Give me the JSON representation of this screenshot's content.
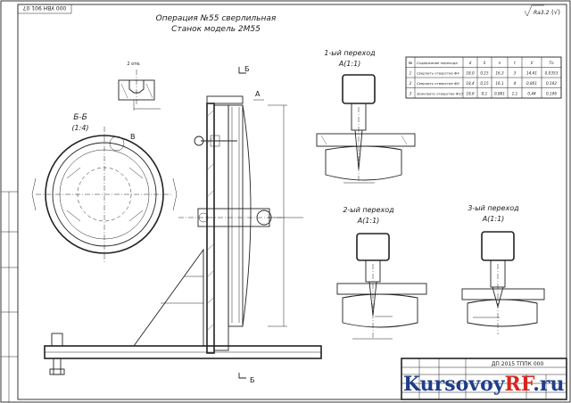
{
  "stamp": {
    "code": "000 УВН 901 07"
  },
  "title": {
    "line1": "Операция №55 сверлильная",
    "line2": "Станок модель 2М55"
  },
  "roughness": {
    "value": "Ra3.2"
  },
  "detail": {
    "label": "2 отв."
  },
  "section": {
    "title": "Б-Б",
    "scale": "(1:4)",
    "mark_v": "В"
  },
  "section_marks": {
    "b_top": "Б",
    "b_bottom": "Б",
    "a": "А"
  },
  "transitions": [
    {
      "title": "1-ый переход",
      "scale": "A(1:1)"
    },
    {
      "title": "2-ый переход",
      "scale": "A(1:1)"
    },
    {
      "title": "3-ый переход",
      "scale": "A(1:1)"
    }
  ],
  "table": {
    "headers": [
      "№",
      "Содержание перехода",
      "d",
      "S",
      "n",
      "t",
      "V",
      "Tо"
    ],
    "rows": [
      [
        "1",
        "Сверлить отверстие Ф4",
        "18,0",
        "0,15",
        "16,3",
        "3",
        "14,41",
        "0,0353"
      ],
      [
        "2",
        "Сверлить отверстие Ф8",
        "18,4",
        "0,15",
        "16,1",
        "4",
        "0,801",
        "0,192"
      ],
      [
        "3",
        "Зенковать отверстие Ф15",
        "18,6",
        "0,1",
        "0,861",
        "1,1",
        "0,44",
        "0,196"
      ]
    ]
  },
  "titleblock": {
    "doc_code": "ДП 2015 ТППК 000"
  },
  "watermark": {
    "brand_a": "Kursovoy",
    "brand_b": "RF",
    "brand_c": ".ru"
  },
  "colors": {
    "ink": "#222222",
    "watermark_blue": "#1f3d8a",
    "watermark_red": "#d7261e"
  }
}
